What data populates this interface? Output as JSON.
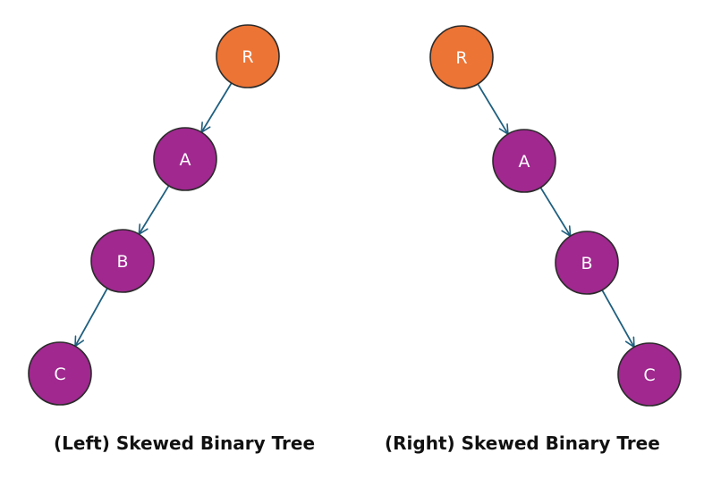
{
  "colors": {
    "root_fill": "#EC7435",
    "node_fill": "#A0288F",
    "node_stroke": "#2B2B2B",
    "edge": "#1F5F7F"
  },
  "left_tree": {
    "caption": "(Left) Skewed Binary Tree",
    "nodes": [
      {
        "id": "R",
        "label": "R",
        "role": "root"
      },
      {
        "id": "A",
        "label": "A",
        "role": "child"
      },
      {
        "id": "B",
        "label": "B",
        "role": "child"
      },
      {
        "id": "C",
        "label": "C",
        "role": "child"
      }
    ],
    "edges": [
      [
        "R",
        "A"
      ],
      [
        "A",
        "B"
      ],
      [
        "B",
        "C"
      ]
    ]
  },
  "right_tree": {
    "caption": "(Right) Skewed Binary Tree",
    "nodes": [
      {
        "id": "R",
        "label": "R",
        "role": "root"
      },
      {
        "id": "A",
        "label": "A",
        "role": "child"
      },
      {
        "id": "B",
        "label": "B",
        "role": "child"
      },
      {
        "id": "C",
        "label": "C",
        "role": "child"
      }
    ],
    "edges": [
      [
        "R",
        "A"
      ],
      [
        "A",
        "B"
      ],
      [
        "B",
        "C"
      ]
    ]
  }
}
